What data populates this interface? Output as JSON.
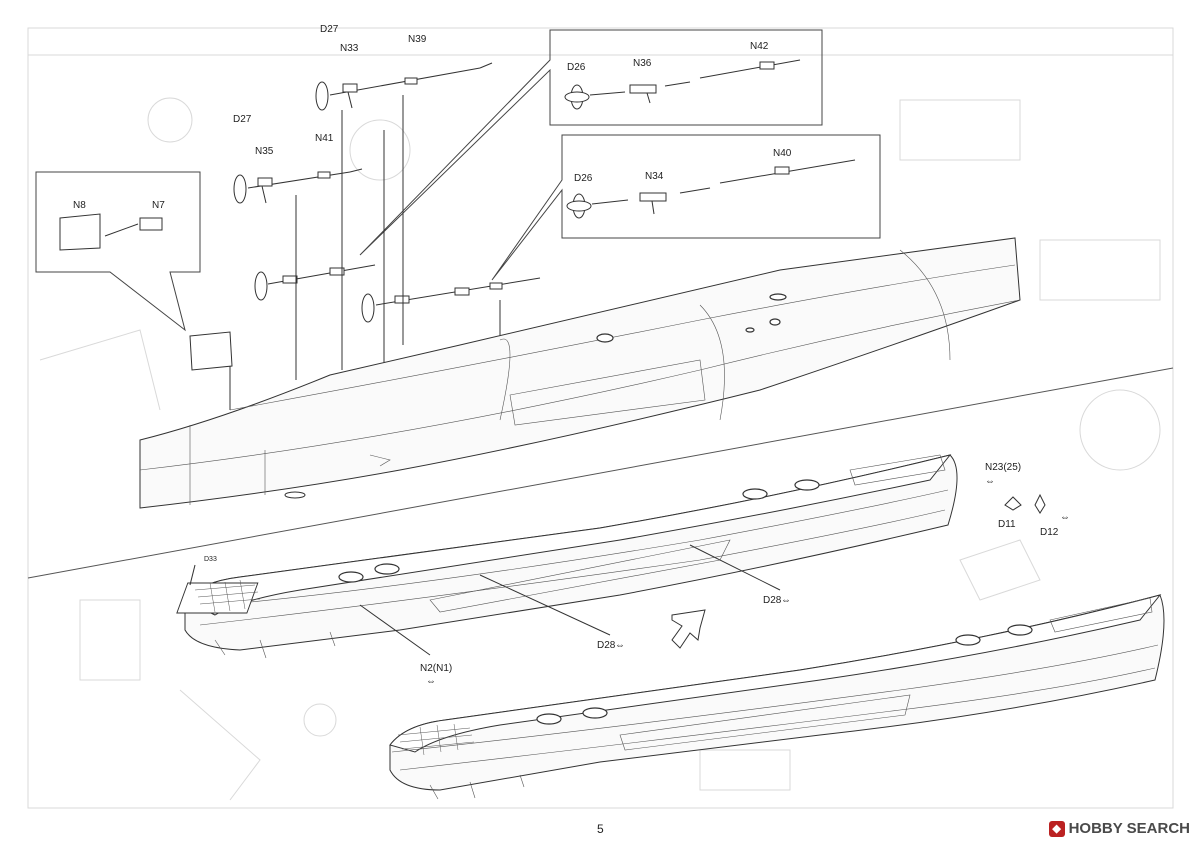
{
  "page_number": "5",
  "watermark": {
    "brand": "HOBBY SEARCH",
    "icon": "hobbysearch-logo-icon"
  },
  "callouts": {
    "upper_left": {
      "part_a": "N8",
      "part_b": "N7"
    },
    "upper_right_1": {
      "prop": "D26",
      "mid": "N36",
      "shaft": "N42"
    },
    "upper_right_2": {
      "prop": "D26",
      "mid": "N34",
      "shaft": "N40"
    }
  },
  "shaft_parts": {
    "outer_prop": "D27",
    "outer_mid": "N33",
    "outer_shaft": "N39",
    "inner_prop": "D27",
    "inner_mid": "N35",
    "inner_shaft": "N41"
  },
  "hull_labels": {
    "n23": "N23(25)",
    "d11": "D11",
    "d12": "D12",
    "d33": "D33",
    "d28_a": "D28",
    "d28_b": "D28",
    "n2": "N2(N1)",
    "swap_symbol": "⇔"
  },
  "colors": {
    "line": "#333333",
    "ghost": "#d9d9d9",
    "logo": "#bb2222"
  }
}
